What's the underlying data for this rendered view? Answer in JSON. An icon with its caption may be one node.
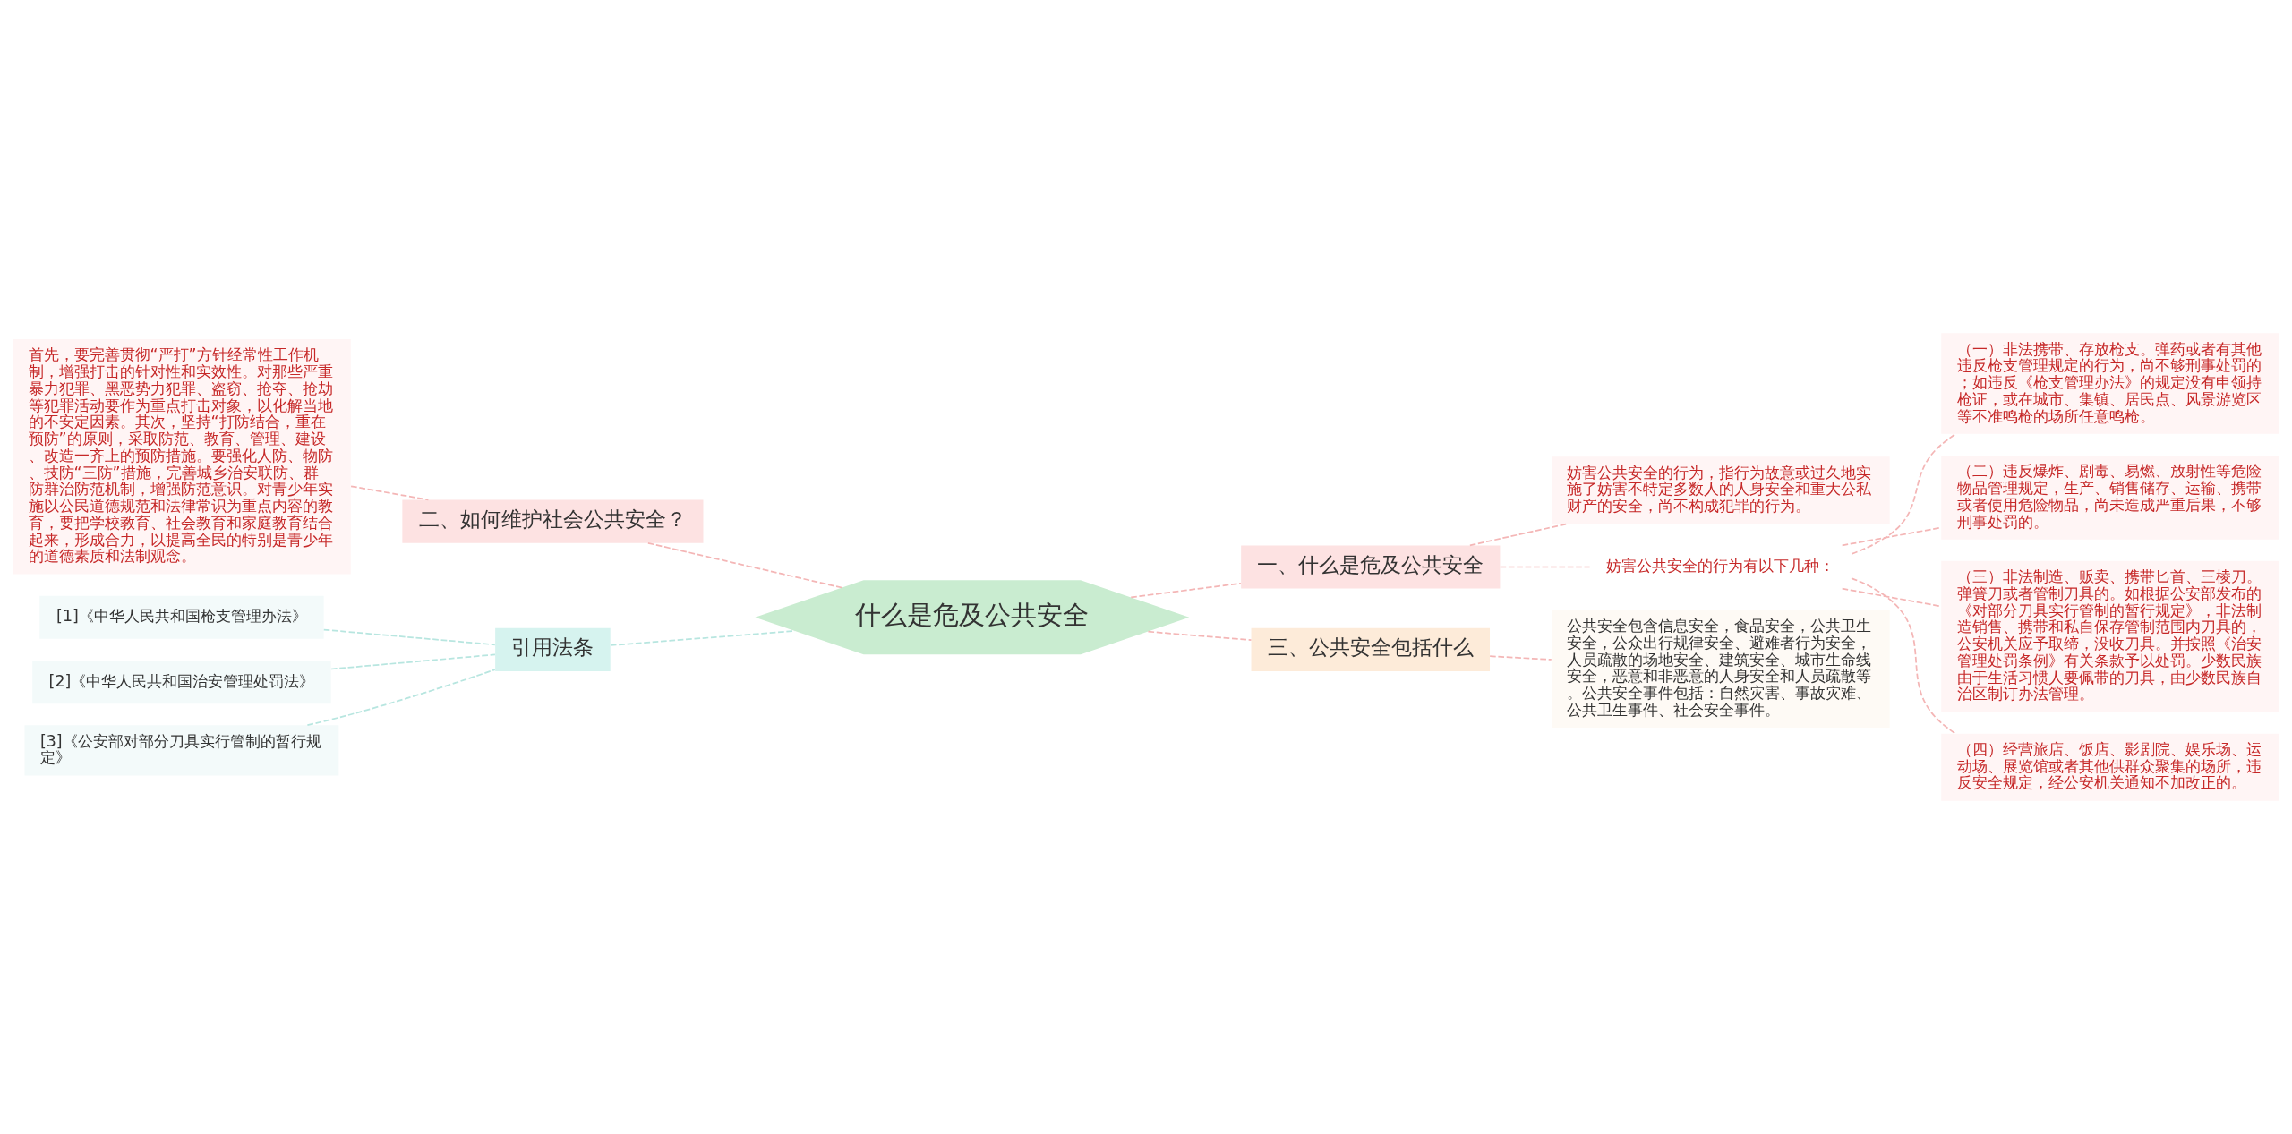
{
  "diagram": {
    "nodes": [
      {
        "text": [
          "什么是危及公共安全"
        ]
      },
      {
        "text": [
          "一、什么是危及公共安全"
        ]
      },
      {
        "text": [
          "妨害公共安全的行为，指行为故意或过久地实施了妨害不特定多数人的人身安全和重大公私财产的安全，尚不构成犯罪的行为。"
        ]
      },
      {
        "text": [
          "妨害公共安全的行为有以下几种："
        ]
      },
      {
        "text": [
          "（一）非法携带、存放枪支。弹药或者有其他违反枪支管理规定的行为，尚不够刑事处罚的；如违反《枪支管理办法》的规定没有申领持枪证，或在城市、集镇、居民点、风景游览区等不准鸣枪的场所任意鸣枪。"
        ]
      },
      {
        "text": [
          "（二）违反爆炸、剧毒、易燃、放射性等危险物品管理规定，生产、销售储存、运输、携带或者使用危险物品，尚未造成严重后果，不够刑事处罚的。"
        ]
      },
      {
        "text": [
          "（三）非法制造、贩卖、携带匕首、三棱刀。弹簧刀或者管制刀具的。如根据公安部发布的《对部分刀具实行管制的暂行规定》，非法制造销售、携带和私自保存管制范围内刀具的，公安机关应予取缔，没收刀具。并按照《治安管理处罚条例》有关条款予以处罚。少数民族由于生活习惯人要佩带的刀具，由少数民族自治区制订办法管理。"
        ]
      },
      {
        "text": [
          "（四）经营旅店、饭店、影剧院、娱乐场、运动场、展览馆或者其他供群众聚集的场所，违反安全规定，经公安机关通知不加改正的。"
        ]
      },
      {
        "text": [
          "三、公共安全包括什么"
        ]
      },
      {
        "text": [
          "公共安全包含信息安全，食品安全，公共卫生安全，公众出行规律安全、避难者行为安全，人员疏散的场地安全、建筑安全、城市生命线安全，恶意和非恶意的人身安全和人员疏散等。公共安全事件包括：自然灾害、事故灾难、公共卫生事件、社会安全事件。"
        ]
      },
      {
        "text": [
          "二、如何维护社会公共安全？"
        ]
      },
      {
        "text": [
          "首先，要完善贯彻“严打”方针经常性工作机制，增强打击的针对性和实效性。对那些严重暴力犯罪、黑恶势力犯罪、盗窃、抢夺、抢劫等犯罪活动要作为重点打击对象，以化解当地的不安定因素。其次，坚持“打防结合，重在预防”的原则，采取防范、教育、管理、建设、改造一齐上的预防措施。要强化人防、物防、技防“三防”措施，完善城乡治安联防、群防群治防范机制，增强防范意识。对青少年实施以公民道德规范和法律常识为重点内容的教育，要把学校教育、社会教育和家庭教育结合起来，形成合力，以提高全民的特别是青少年的道德素质和法制观念。"
        ]
      },
      {
        "text": [
          "引用法条"
        ]
      },
      {
        "text": [
          "[1]《中华人民共和国枪支管理办法》"
        ]
      },
      {
        "text": [
          "[2]《中华人民共和国治安管理处罚法》"
        ]
      },
      {
        "text": [
          "[3]《公安部对部分刀具实行管制的暂行规定》"
        ]
      }
    ],
    "edges": [
      {
        "from": 0,
        "to": 1,
        "arrow": "none",
        "style": "dashed"
      },
      {
        "from": 1,
        "to": 2,
        "arrow": "none",
        "style": "dashed"
      },
      {
        "from": 1,
        "to": 3,
        "arrow": "none",
        "style": "dashed"
      },
      {
        "from": 3,
        "to": 4,
        "arrow": "none",
        "style": "dashed"
      },
      {
        "from": 3,
        "to": 5,
        "arrow": "none",
        "style": "dashed"
      },
      {
        "from": 3,
        "to": 6,
        "arrow": "none",
        "style": "dashed"
      },
      {
        "from": 3,
        "to": 7,
        "arrow": "none",
        "style": "dashed"
      },
      {
        "from": 0,
        "to": 8,
        "arrow": "none",
        "style": "dashed"
      },
      {
        "from": 8,
        "to": 9,
        "arrow": "none",
        "style": "dashed"
      },
      {
        "from": 0,
        "to": 10,
        "arrow": "none",
        "style": "dashed"
      },
      {
        "from": 10,
        "to": 11,
        "arrow": "none",
        "style": "dashed"
      },
      {
        "from": 0,
        "to": 12,
        "arrow": "none",
        "style": "dashed",
        "color": "#b8e6e0"
      },
      {
        "from": 12,
        "to": 13,
        "arrow": "none",
        "style": "dashed",
        "color": "#b8e6e0"
      },
      {
        "from": 12,
        "to": 14,
        "arrow": "none",
        "style": "dashed",
        "color": "#b8e6e0"
      },
      {
        "from": 12,
        "to": 15,
        "arrow": "none",
        "style": "dashed",
        "color": "#b8e6e0"
      }
    ]
  }
}
